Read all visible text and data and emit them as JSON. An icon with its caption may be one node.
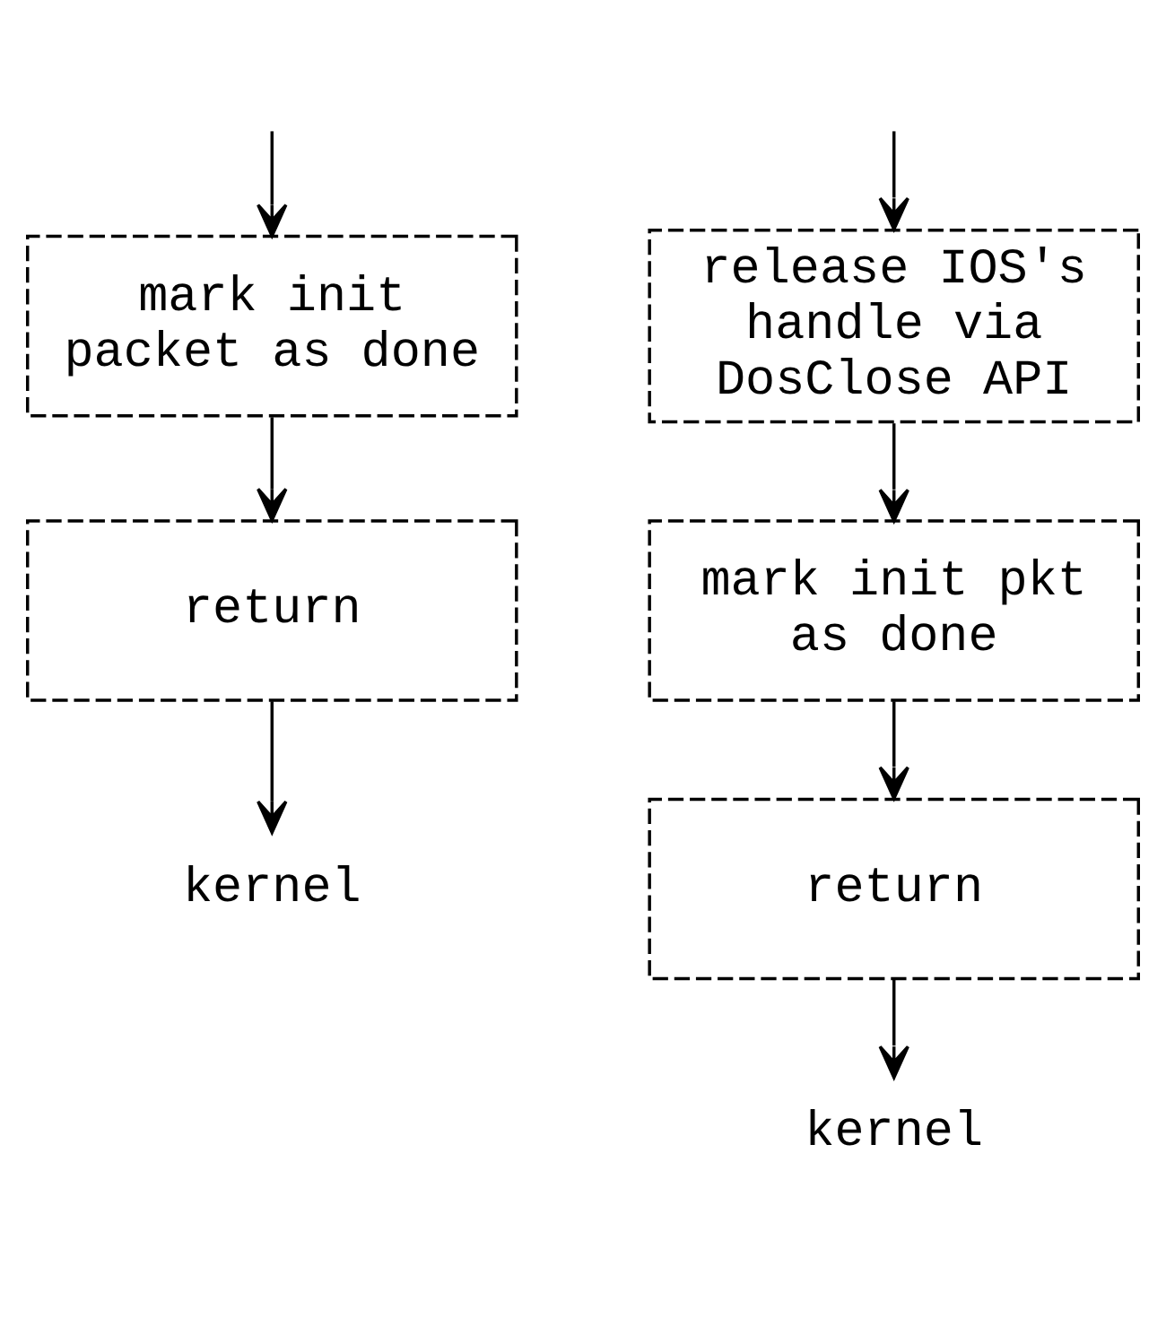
{
  "diagram": {
    "nodes": [
      {
        "text": [
          "mark init packet as done"
        ]
      },
      {
        "text": [
          "return"
        ]
      },
      {
        "text": [
          "kernel"
        ]
      },
      {
        "text": [
          "release IOS's handle via DosClose API"
        ]
      },
      {
        "text": [
          "mark init pkt as done"
        ]
      },
      {
        "text": [
          "return"
        ]
      },
      {
        "text": [
          "kernel"
        ]
      }
    ],
    "edges": [
      {
        "from": null,
        "to": 0,
        "arrow": "to"
      },
      {
        "from": 0,
        "to": 1,
        "arrow": "to"
      },
      {
        "from": 1,
        "to": 2,
        "arrow": "to"
      },
      {
        "from": null,
        "to": 3,
        "arrow": "to"
      },
      {
        "from": 3,
        "to": 4,
        "arrow": "to"
      },
      {
        "from": 4,
        "to": 5,
        "arrow": "to"
      },
      {
        "from": 5,
        "to": 6,
        "arrow": "to"
      }
    ]
  }
}
